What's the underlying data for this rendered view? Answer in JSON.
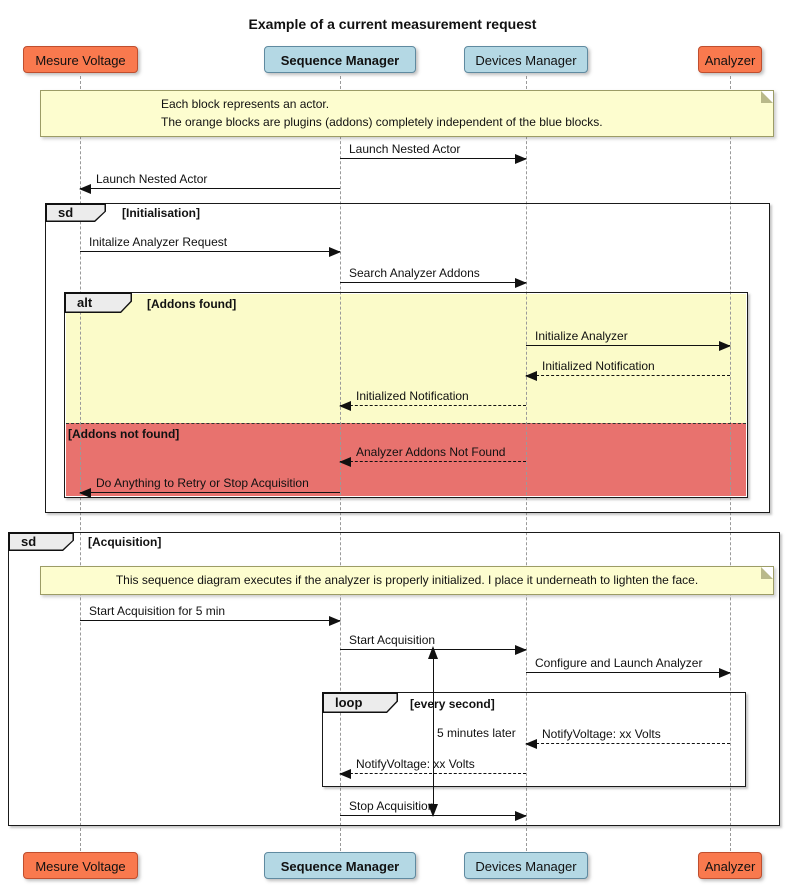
{
  "title": "Example of a current measurement request",
  "actors": [
    {
      "label": "Mesure Voltage",
      "kind": "plugin"
    },
    {
      "label": "Sequence Manager",
      "kind": "core"
    },
    {
      "label": "Devices Manager",
      "kind": "core"
    },
    {
      "label": "Analyzer",
      "kind": "plugin"
    }
  ],
  "notes": [
    {
      "line1": "Each block represents an actor.",
      "line2": "The orange blocks are plugins (addons) completely independent of the blue blocks."
    },
    {
      "line1": "This sequence diagram executes if the analyzer is properly initialized. I place it underneath to lighten the face."
    }
  ],
  "frames": {
    "sd_init": {
      "keyword": "sd",
      "guard": "[Initialisation]"
    },
    "alt": {
      "keyword": "alt",
      "guard": "[Addons found]",
      "else_guard": "[Addons not found]"
    },
    "sd_acq": {
      "keyword": "sd",
      "guard": "[Acquisition]"
    },
    "loop": {
      "keyword": "loop",
      "guard": "[every second]"
    }
  },
  "messages": [
    {
      "label": "Launch Nested Actor",
      "from": "Sequence Manager",
      "to": "Devices Manager",
      "style": "solid"
    },
    {
      "label": "Launch Nested Actor",
      "from": "Sequence Manager",
      "to": "Mesure Voltage",
      "style": "solid"
    },
    {
      "label": "Initalize Analyzer Request",
      "from": "Mesure Voltage",
      "to": "Sequence Manager",
      "style": "solid"
    },
    {
      "label": "Search Analyzer Addons",
      "from": "Sequence Manager",
      "to": "Devices Manager",
      "style": "solid"
    },
    {
      "label": "Initialize Analyzer",
      "from": "Devices Manager",
      "to": "Analyzer",
      "style": "solid"
    },
    {
      "label": "Initialized Notification",
      "from": "Analyzer",
      "to": "Devices Manager",
      "style": "dashed"
    },
    {
      "label": "Initialized Notification",
      "from": "Devices Manager",
      "to": "Sequence Manager",
      "style": "dashed"
    },
    {
      "label": "Analyzer Addons Not Found",
      "from": "Devices Manager",
      "to": "Sequence Manager",
      "style": "dashed"
    },
    {
      "label": "Do Anything to Retry or Stop Acquisition",
      "from": "Sequence Manager",
      "to": "Mesure Voltage",
      "style": "solid"
    },
    {
      "label": "Start Acquisition for 5 min",
      "from": "Mesure Voltage",
      "to": "Sequence Manager",
      "style": "solid"
    },
    {
      "label": "Start Acquisition",
      "from": "Sequence Manager",
      "to": "Devices Manager",
      "style": "solid"
    },
    {
      "label": "Configure and Launch Analyzer",
      "from": "Devices Manager",
      "to": "Analyzer",
      "style": "solid"
    },
    {
      "label": "NotifyVoltage: xx Volts",
      "from": "Analyzer",
      "to": "Devices Manager",
      "style": "dashed"
    },
    {
      "label": "NotifyVoltage: xx Volts",
      "from": "Devices Manager",
      "to": "Sequence Manager",
      "style": "dashed"
    },
    {
      "label": "Stop Acquisition",
      "from": "Sequence Manager",
      "to": "Devices Manager",
      "style": "solid"
    }
  ],
  "annotations": {
    "time_label": "5 minutes later"
  },
  "colors": {
    "plugin_fill": "#F9794E",
    "plugin_border": "#BF4E2E",
    "core_fill": "#B4D8E4",
    "core_border": "#5F8AA0",
    "note_fill": "#FDFDCF",
    "note_border": "#9C9C66",
    "alt_found_fill": "#FBFBC9",
    "alt_not_found_fill": "#E8726E",
    "frame_border": "#1a1a1a",
    "lifeline": "#9a9a9a"
  }
}
